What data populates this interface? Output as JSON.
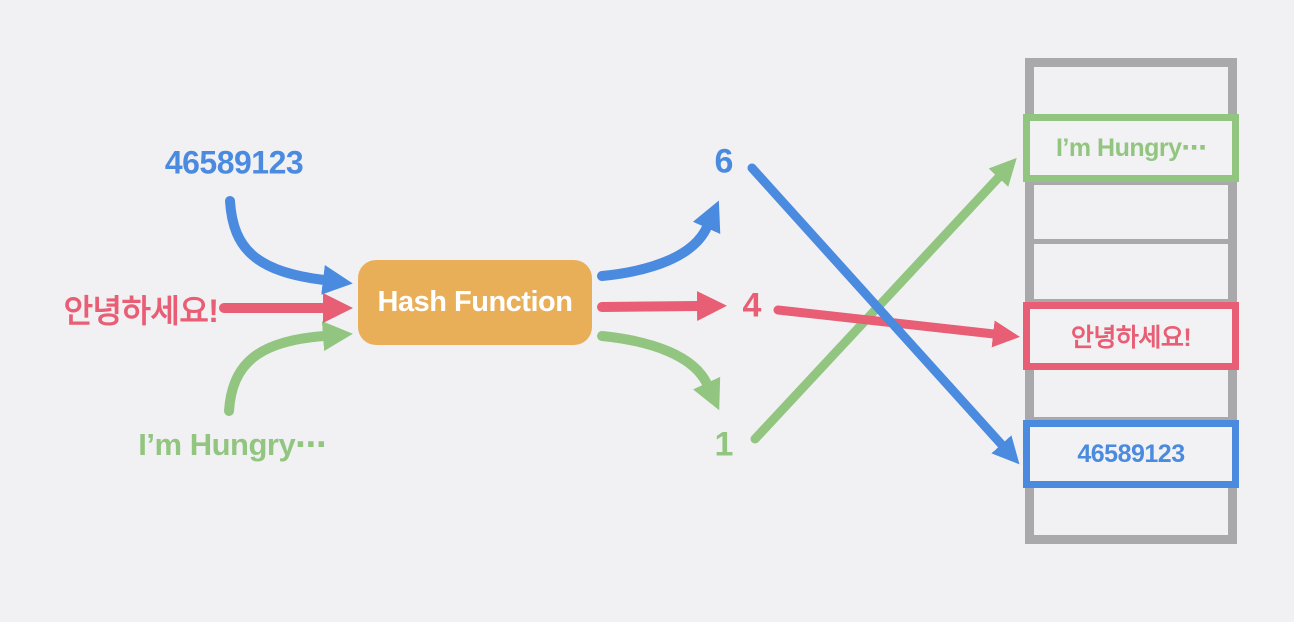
{
  "colors": {
    "background": "#F1F1F4",
    "blue": "#4A8BE0",
    "red": "#E85E74",
    "green": "#92C680",
    "orange": "#E9AE58",
    "gray": "#A9A9AB"
  },
  "inputs": {
    "number": {
      "label": "46589123"
    },
    "korean": {
      "label": "안녕하세요!"
    },
    "english": {
      "label": "I’m Hungry⋯"
    }
  },
  "hash_box": {
    "label": "Hash Function"
  },
  "indices": {
    "number": {
      "value": "6"
    },
    "korean": {
      "value": "4"
    },
    "english": {
      "value": "1"
    }
  },
  "table": {
    "slots": [
      {
        "index": 0,
        "value": "",
        "state": "empty"
      },
      {
        "index": 1,
        "value": "I’m Hungry⋯",
        "state": "green"
      },
      {
        "index": 2,
        "value": "",
        "state": "empty"
      },
      {
        "index": 3,
        "value": "",
        "state": "empty"
      },
      {
        "index": 4,
        "value": "안녕하세요!",
        "state": "red"
      },
      {
        "index": 5,
        "value": "",
        "state": "empty"
      },
      {
        "index": 6,
        "value": "46589123",
        "state": "blue"
      },
      {
        "index": 7,
        "value": "",
        "state": "empty"
      }
    ]
  }
}
